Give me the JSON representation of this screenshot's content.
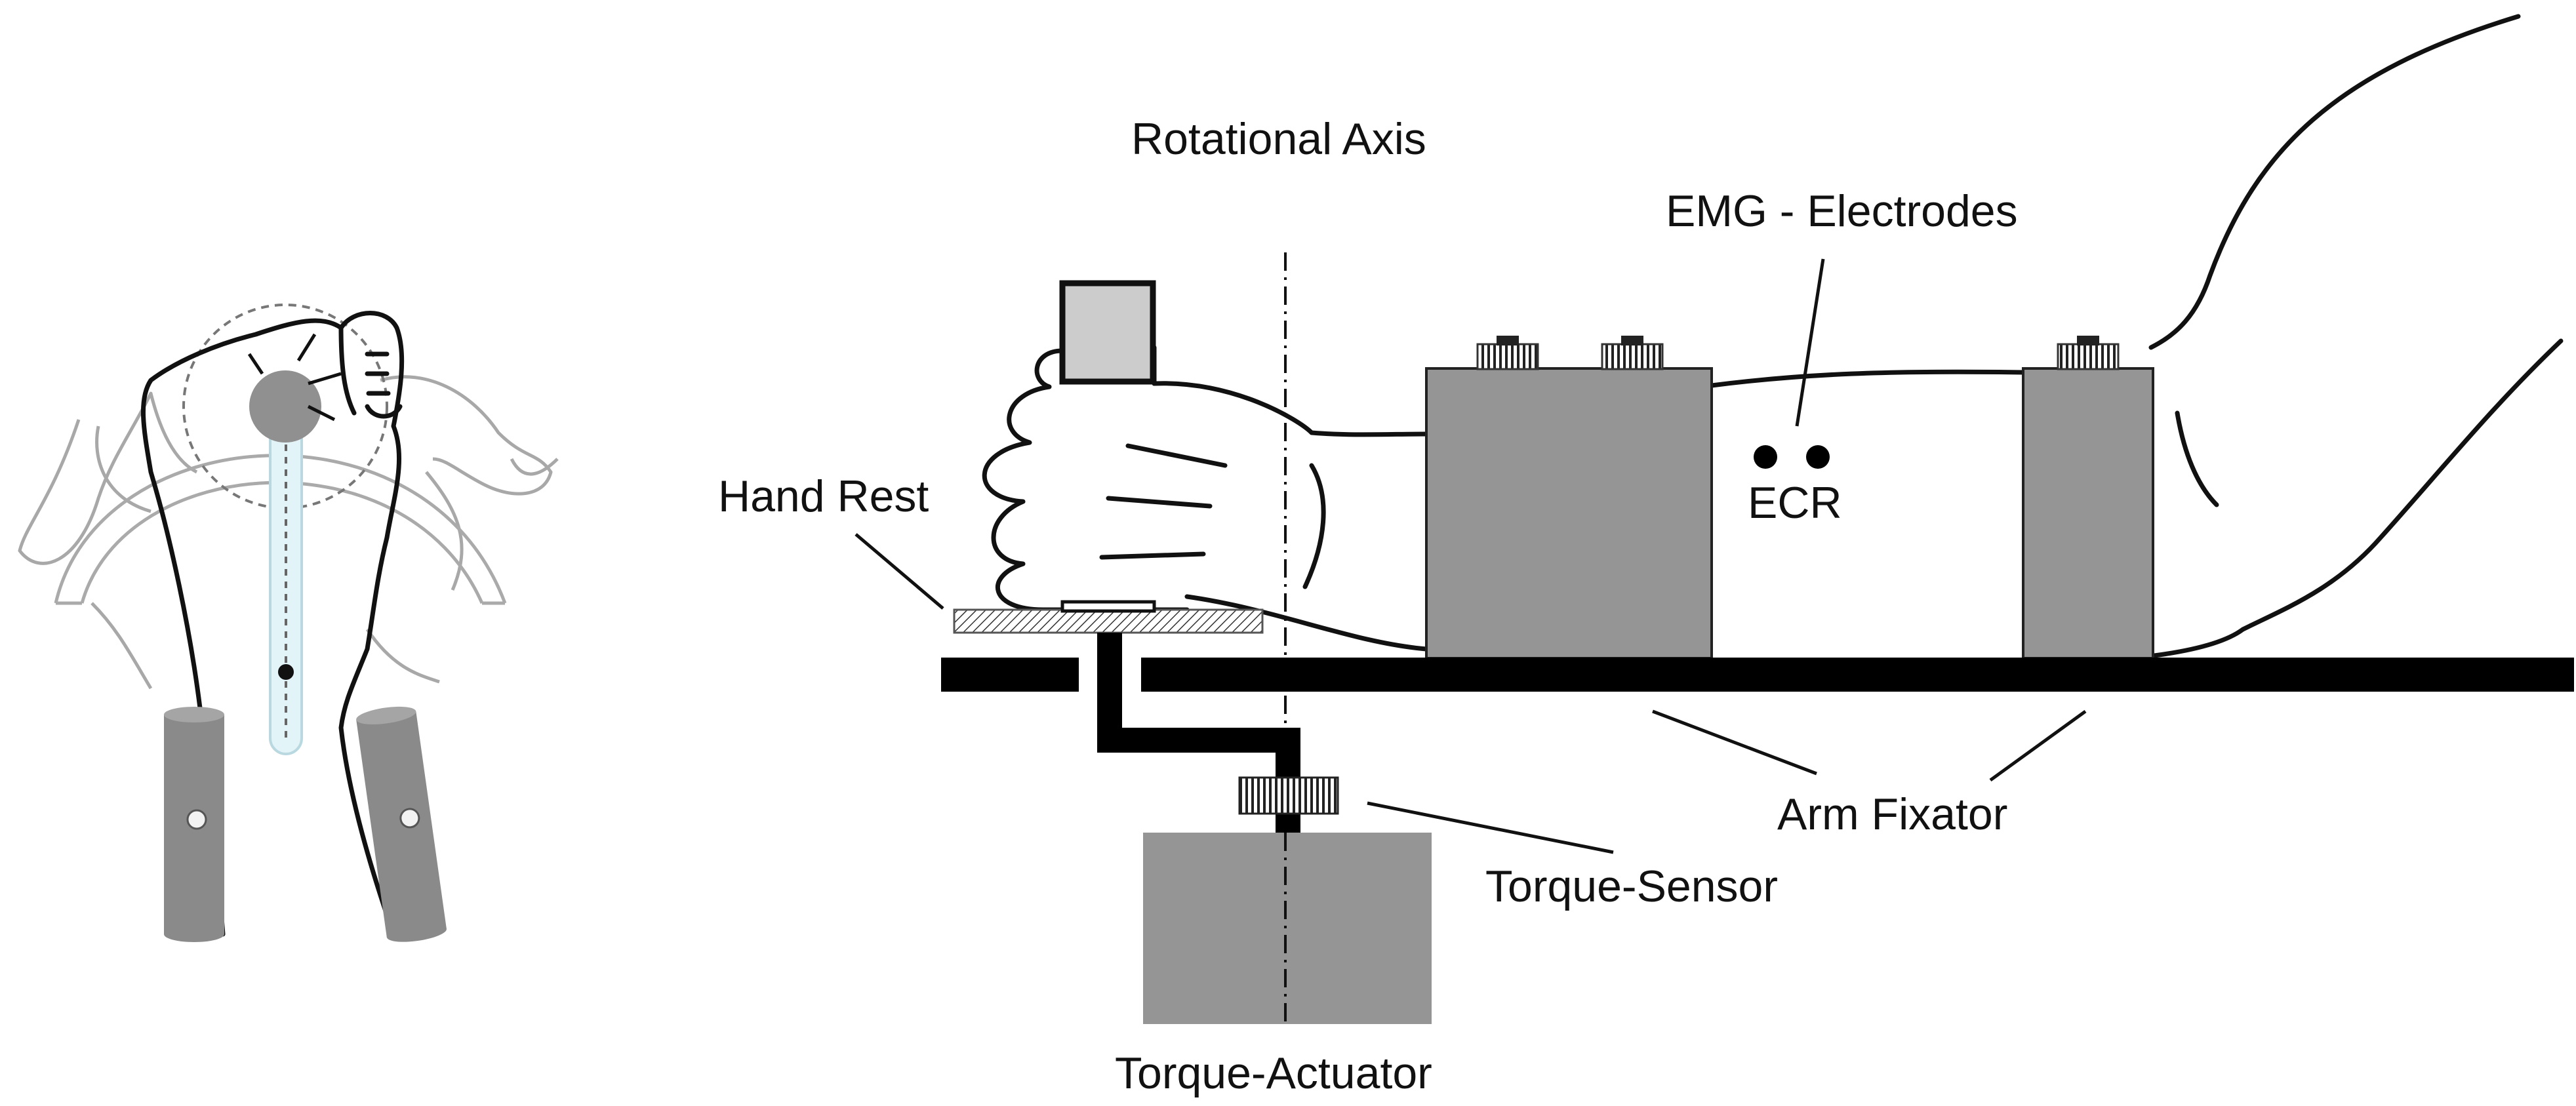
{
  "labels": {
    "rotational_axis": "Rotational Axis",
    "emg_electrodes": "EMG - Electrodes",
    "hand_rest": "Hand Rest",
    "ecr": "ECR",
    "arm_fixator": "Arm Fixator",
    "torque_sensor": "Torque-Sensor",
    "torque_actuator": "Torque-Actuator"
  },
  "colors": {
    "block_gray": "#959595",
    "handle_gray": "#cccccc",
    "knob_gray": "#909090",
    "faded_hand": "#a8a8a8",
    "slot_blue": "#e3f4f8",
    "line": "#111111"
  }
}
